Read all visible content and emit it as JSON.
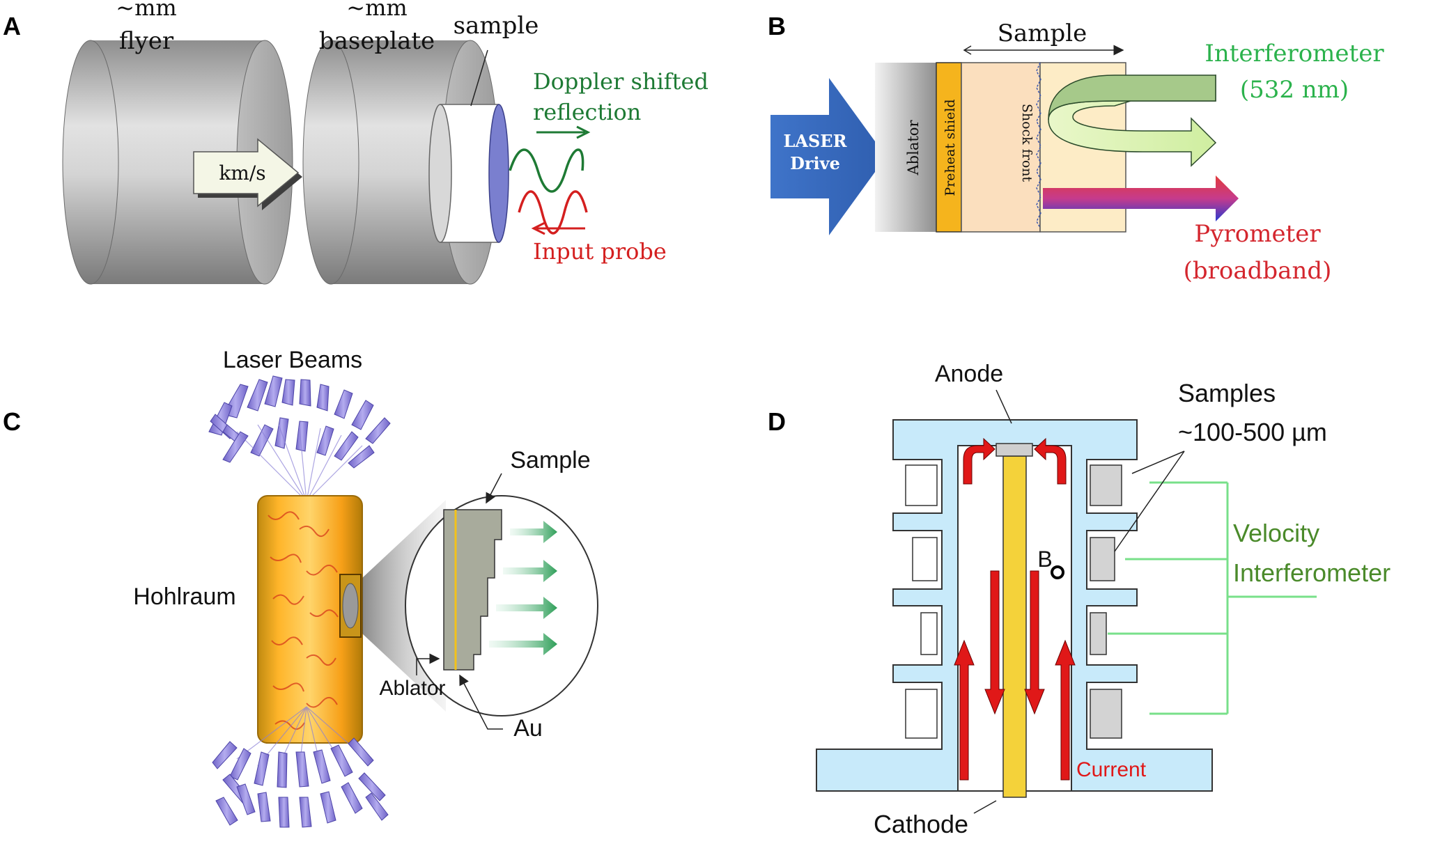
{
  "panels": {
    "A": {
      "letter": "A",
      "flyer_size": "~mm",
      "flyer_label": "flyer",
      "baseplate_size": "~mm",
      "baseplate_label": "baseplate",
      "sample_label": "sample",
      "speed_label": "km/s",
      "doppler_line1": "Doppler shifted",
      "doppler_line2": "reflection",
      "input_probe": "Input probe",
      "colors": {
        "doppler": "#1e7a34",
        "probe": "#d41f1f"
      }
    },
    "B": {
      "letter": "B",
      "sample_label": "Sample",
      "laser_line1": "LASER",
      "laser_line2": "Drive",
      "ablator_label": "Ablator",
      "preheat_label": "Preheat shield",
      "shock_label": "Shock front",
      "interferometer_line1": "Interferometer",
      "interferometer_line2": "(532 nm)",
      "pyrometer_line1": "Pyrometer",
      "pyrometer_line2": "(broadband)",
      "colors": {
        "interferometer": "#2bb24c",
        "pyrometer": "#d4262e",
        "laser": "#3b6ec4",
        "preheat": "#f5b41d"
      }
    },
    "C": {
      "letter": "C",
      "laser_beams": "Laser Beams",
      "hohlraum": "Hohlraum",
      "sample": "Sample",
      "ablator": "Ablator",
      "au": "Au",
      "colors": {
        "beam": "#8a7fd6",
        "hohlraum": "#f0a21c",
        "arrow": "#2e9e58"
      }
    },
    "D": {
      "letter": "D",
      "anode": "Anode",
      "samples_line1": "Samples",
      "samples_line2": "~100-500 µm",
      "velocity_line1": "Velocity",
      "velocity_line2": "Interferometer",
      "b_label": "B",
      "current": "Current",
      "cathode": "Cathode",
      "colors": {
        "body": "#c8eafa",
        "cathode": "#f4d23a",
        "current": "#e01818",
        "probe": "#78e08a",
        "velocity_text": "#4a8a2a"
      }
    }
  }
}
